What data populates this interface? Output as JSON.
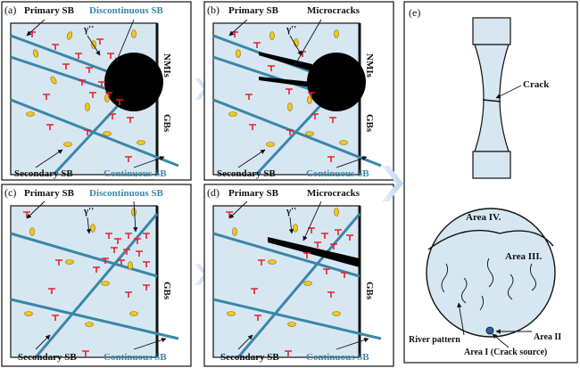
{
  "panels": {
    "a": {
      "letter": "(a)",
      "primary": "Primary SB",
      "discontinuous": "Discontinuous SB",
      "gamma": "γ''",
      "nmis": "NMIs",
      "gbs": "GBs",
      "secondary": "Secondary SB",
      "continuous": "Continuous SB"
    },
    "b": {
      "letter": "(b)",
      "primary": "Primary SB",
      "microcracks": "Microcracks",
      "gamma": "γ''",
      "nmis": "NMIs",
      "gbs": "GBs",
      "secondary": "Secondary SB",
      "continuous": "Continuous SB"
    },
    "c": {
      "letter": "(c)",
      "primary": "Primary SB",
      "discontinuous": "Discontinuous SB",
      "gamma": "γ''",
      "gbs": "GBs",
      "secondary": "Secondary SB",
      "continuous": "Continuous SB"
    },
    "d": {
      "letter": "(d)",
      "primary": "Primary SB",
      "microcracks": "Microcracks",
      "gamma": "γ''",
      "gbs": "GBs",
      "secondary": "Secondary SB",
      "continuous": "Continuous SB"
    },
    "e": {
      "letter": "(e)",
      "crack": "Crack",
      "area4": "Area IV.",
      "area3": "Area III.",
      "area2": "Area II",
      "area1": "Area I (Crack source)",
      "river": "River pattern"
    }
  },
  "colors": {
    "panel_bg": "#d6e7f2",
    "band": "#3a86a8",
    "dislocation": "#e8202a",
    "precipitate_fill": "#f2c81c",
    "arrow": "#cfe0f0"
  }
}
